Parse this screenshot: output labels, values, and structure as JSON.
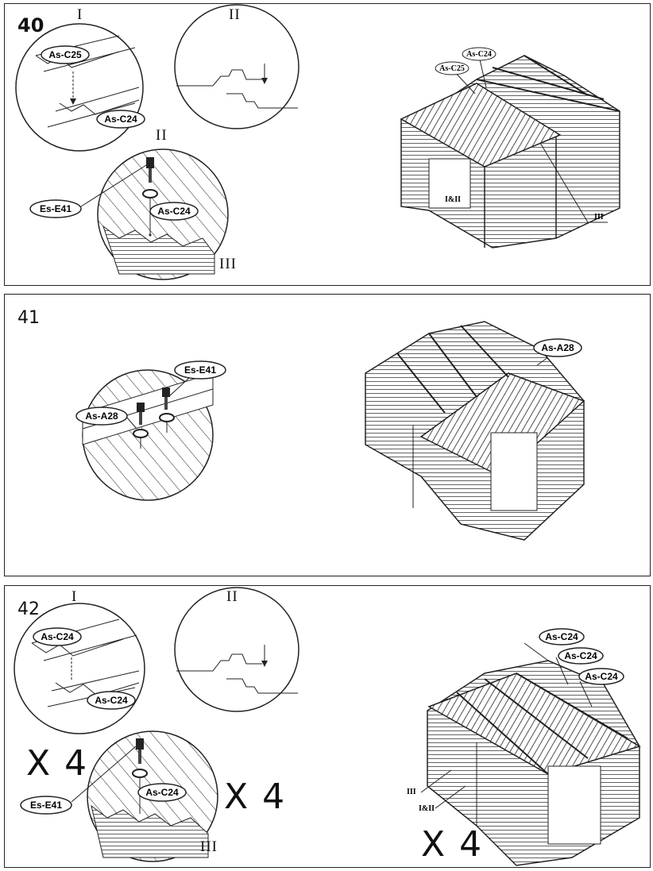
{
  "steps": [
    {
      "number": "40",
      "detail_labels": [
        "I",
        "II",
        "II",
        "III"
      ],
      "parts": {
        "top_rib": "As-C25",
        "lower_rib": "As-C24",
        "screw": "Es-E41",
        "panel": "As-C24"
      },
      "shed_labels": {
        "c25": "As-C25",
        "c24": "As-C24",
        "i_ii": "I&II",
        "iii": "III"
      }
    },
    {
      "number": "41",
      "parts": {
        "screw": "Es-E41",
        "cap": "As-A28"
      },
      "shed_labels": {
        "cap": "As-A28"
      }
    },
    {
      "number": "42",
      "detail_labels": [
        "I",
        "II",
        "III"
      ],
      "parts": {
        "top_rib": "As-C24",
        "lower_rib": "As-C24",
        "screw": "Es-E41",
        "panel": "As-C24"
      },
      "quantity_left": "X 4",
      "quantity_mid": "X 4",
      "quantity_right": "X 4",
      "shed_labels": {
        "c24_a": "As-C24",
        "c24_b": "As-C24",
        "c24_c": "As-C24",
        "iii": "III",
        "i_ii": "I&II"
      }
    }
  ]
}
